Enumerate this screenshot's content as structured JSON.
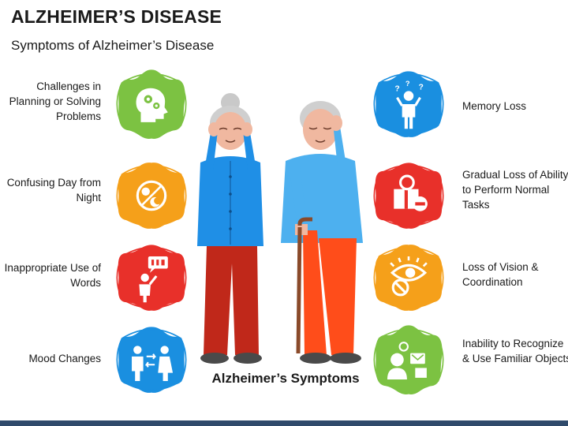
{
  "header": {
    "title": "ALZHEIMER’S DISEASE",
    "subtitle": "Symptoms of Alzheimer’s Disease"
  },
  "center": {
    "caption": "Alzheimer’s Symptoms"
  },
  "symptoms": {
    "left": [
      {
        "label": "Challenges in Planning or Solving Problems",
        "color": "#7cc242",
        "icon": "head-gears-icon"
      },
      {
        "label": "Confusing Day from Night",
        "color": "#f5a01a",
        "icon": "day-night-icon"
      },
      {
        "label": "Inappropriate Use of Words",
        "color": "#e8302a",
        "icon": "speech-bubble-person-icon"
      },
      {
        "label": "Mood Changes",
        "color": "#1a8fe0",
        "icon": "mood-swap-icon"
      }
    ],
    "right": [
      {
        "label": "Memory Loss",
        "color": "#1a8fe0",
        "icon": "confused-person-icon"
      },
      {
        "label": "Gradual Loss of Ability to Perform Normal Tasks",
        "color": "#e8302a",
        "icon": "task-block-icon"
      },
      {
        "label": "Loss of Vision & Coordination",
        "color": "#f5a01a",
        "icon": "eye-blocked-icon"
      },
      {
        "label": "Inability to Recognize & Use Familiar Objects",
        "color": "#7cc242",
        "icon": "person-objects-icon"
      }
    ]
  },
  "colors": {
    "green": "#7cc242",
    "orange": "#f5a01a",
    "red": "#e8302a",
    "blue": "#1a8fe0",
    "bottom_bar": "#2f4a6b"
  }
}
